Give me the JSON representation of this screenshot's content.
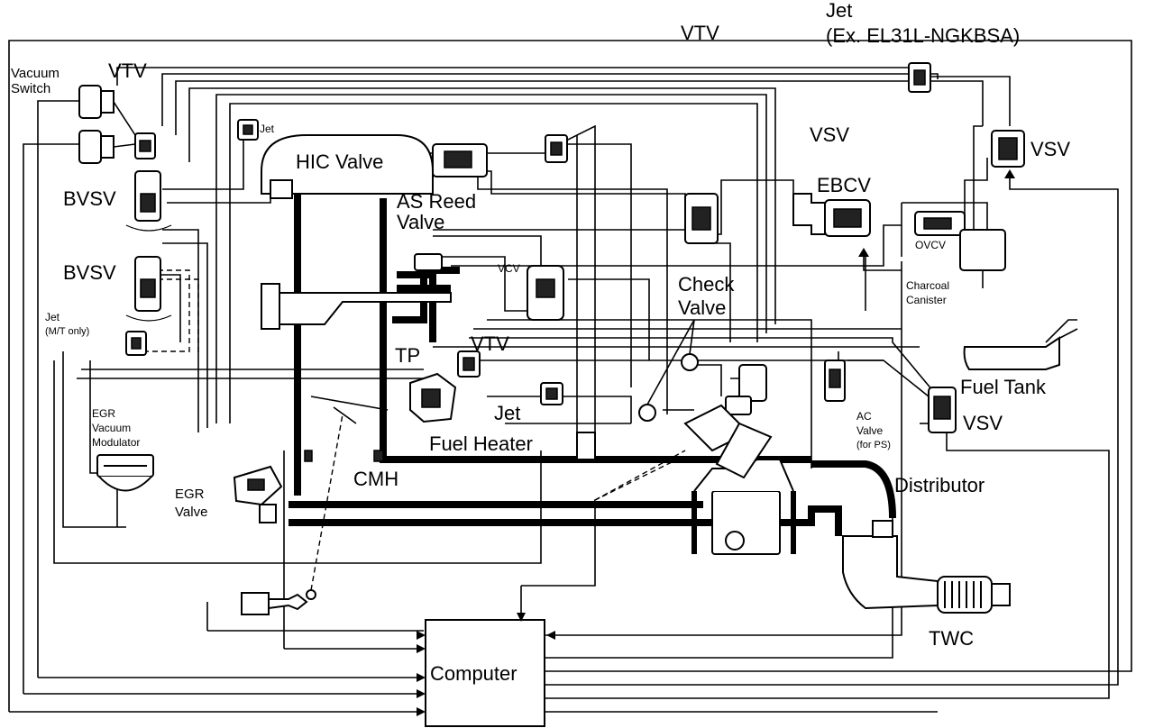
{
  "labels": {
    "jet_top": "Jet",
    "jet_top_note": "(Ex. EL31L-NGKBSA)",
    "vtv_top": "VTV",
    "vacuum_switch_1": "Vacuum",
    "vacuum_switch_2": "Switch",
    "vtv_left": "VTV",
    "jet_small": "Jet",
    "hic_valve": "HIC Valve",
    "vsv_mid": "VSV",
    "vsv_right_top": "VSV",
    "ebcv": "EBCV",
    "bvsv_1": "BVSV",
    "bvsv_2": "BVSV",
    "as_reed_1": "AS Reed",
    "as_reed_2": "Valve",
    "vcv": "VCV",
    "ovcv": "OVCV",
    "charcoal_1": "Charcoal",
    "charcoal_2": "Canister",
    "check_valve_1": "Check",
    "check_valve_2": "Valve",
    "jet_mt_1": "Jet",
    "jet_mt_2": "(M/T only)",
    "tp": "TP",
    "vtv_lower": "VTV",
    "fuel_tank": "Fuel Tank",
    "egr_mod_1": "EGR",
    "egr_mod_2": "Vacuum",
    "egr_mod_3": "Modulator",
    "jet_lower": "Jet",
    "ac_valve_1": "AC",
    "ac_valve_2": "Valve",
    "ac_valve_3": "(for PS)",
    "vsv_right_low": "VSV",
    "fuel_heater": "Fuel Heater",
    "cmh": "CMH",
    "distributor": "Distributor",
    "egr_valve_1": "EGR",
    "egr_valve_2": "Valve",
    "twc": "TWC",
    "computer": "Computer"
  }
}
